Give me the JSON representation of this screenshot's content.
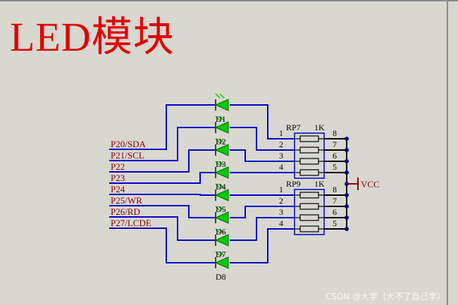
{
  "title": "LED模块",
  "nets": [
    "P20/SDA",
    "P21/SCL",
    "P22",
    "P23",
    "P24",
    "P25/WR",
    "P26/RD",
    "P27/LCDE"
  ],
  "leds": [
    "D1",
    "D2",
    "D3",
    "D4",
    "D5",
    "D6",
    "D7",
    "D8"
  ],
  "rp7": {
    "ref": "RP7",
    "value": "1K",
    "left_pins": [
      "1",
      "2",
      "3",
      "4"
    ],
    "right_pins": [
      "8",
      "7",
      "6",
      "5"
    ]
  },
  "rp9": {
    "ref": "RP9",
    "value": "1K",
    "left_pins": [
      "1",
      "2",
      "3",
      "4"
    ],
    "right_pins": [
      "8",
      "7",
      "6",
      "5"
    ]
  },
  "vcc": "VCC",
  "watermark": "CSDN @大学（大不了自己学）",
  "colors": {
    "wire": "#0000cc",
    "net_label": "#8b0000",
    "title": "#e00000",
    "led": "#00cc00"
  }
}
